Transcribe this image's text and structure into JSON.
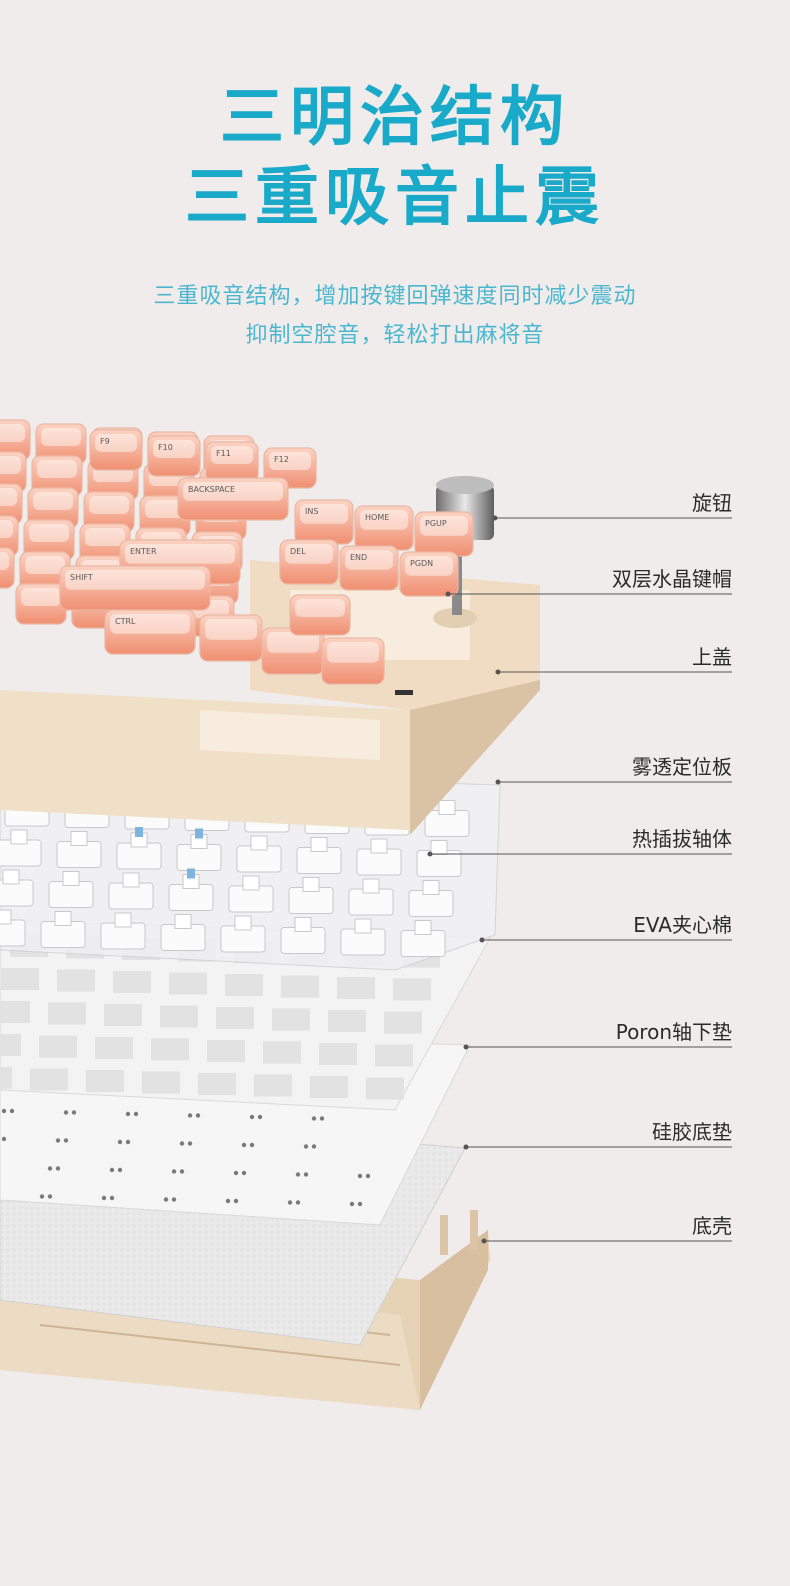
{
  "headline": {
    "line1": "三明治结构",
    "line2": "三重吸音止震"
  },
  "subtitle": {
    "line1": "三重吸音结构，增加按键回弹速度同时减少震动",
    "line2": "抑制空腔音，轻松打出麻将音"
  },
  "colors": {
    "accent": "#19a9c9",
    "subtitle": "#4ab7cf",
    "background": "#f1ecec",
    "keycap": "#f4a68c",
    "frame": "#efdcc2",
    "label_text": "#2b2b2b"
  },
  "layers": [
    {
      "label": "旋钮"
    },
    {
      "label": "双层水晶键帽"
    },
    {
      "label": "上盖"
    },
    {
      "label": "雾透定位板"
    },
    {
      "label": "热插拔轴体"
    },
    {
      "label": "EVA夹心棉"
    },
    {
      "label": "Poron轴下垫"
    },
    {
      "label": "硅胶底垫"
    },
    {
      "label": "底壳"
    }
  ],
  "keycap_legends": {
    "f9": "F9",
    "f10": "F10",
    "f11": "F11",
    "f12": "F12",
    "backspace": "BACKSPACE",
    "enter": "ENTER",
    "shift": "SHIFT",
    "ctrl": "CTRL",
    "ins": "INS",
    "home": "HOME",
    "pgup": "PGUP",
    "del": "DEL",
    "end": "END",
    "pgdn": "PGDN"
  }
}
